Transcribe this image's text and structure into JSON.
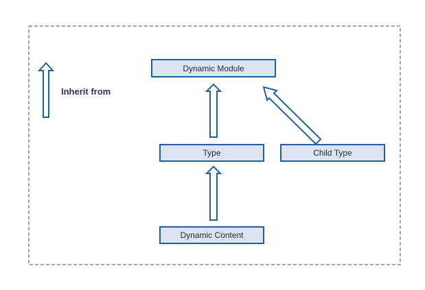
{
  "legend": {
    "label": "Inherit from",
    "icon": "up-arrow-icon"
  },
  "nodes": {
    "dynamic_module": "Dynamic Module",
    "type": "Type",
    "child_type": "Child Type",
    "dynamic_content": "Dynamic Content"
  },
  "edges": [
    {
      "from": "Type",
      "to": "Dynamic Module",
      "relation": "Inherit from"
    },
    {
      "from": "Child Type",
      "to": "Dynamic Module",
      "relation": "Inherit from"
    },
    {
      "from": "Dynamic Content",
      "to": "Type",
      "relation": "Inherit from"
    }
  ],
  "colors": {
    "stroke": "#1f5f9f",
    "box_fill": "#dbe4f0",
    "frame": "#888888",
    "text": "#1f2a3a"
  }
}
